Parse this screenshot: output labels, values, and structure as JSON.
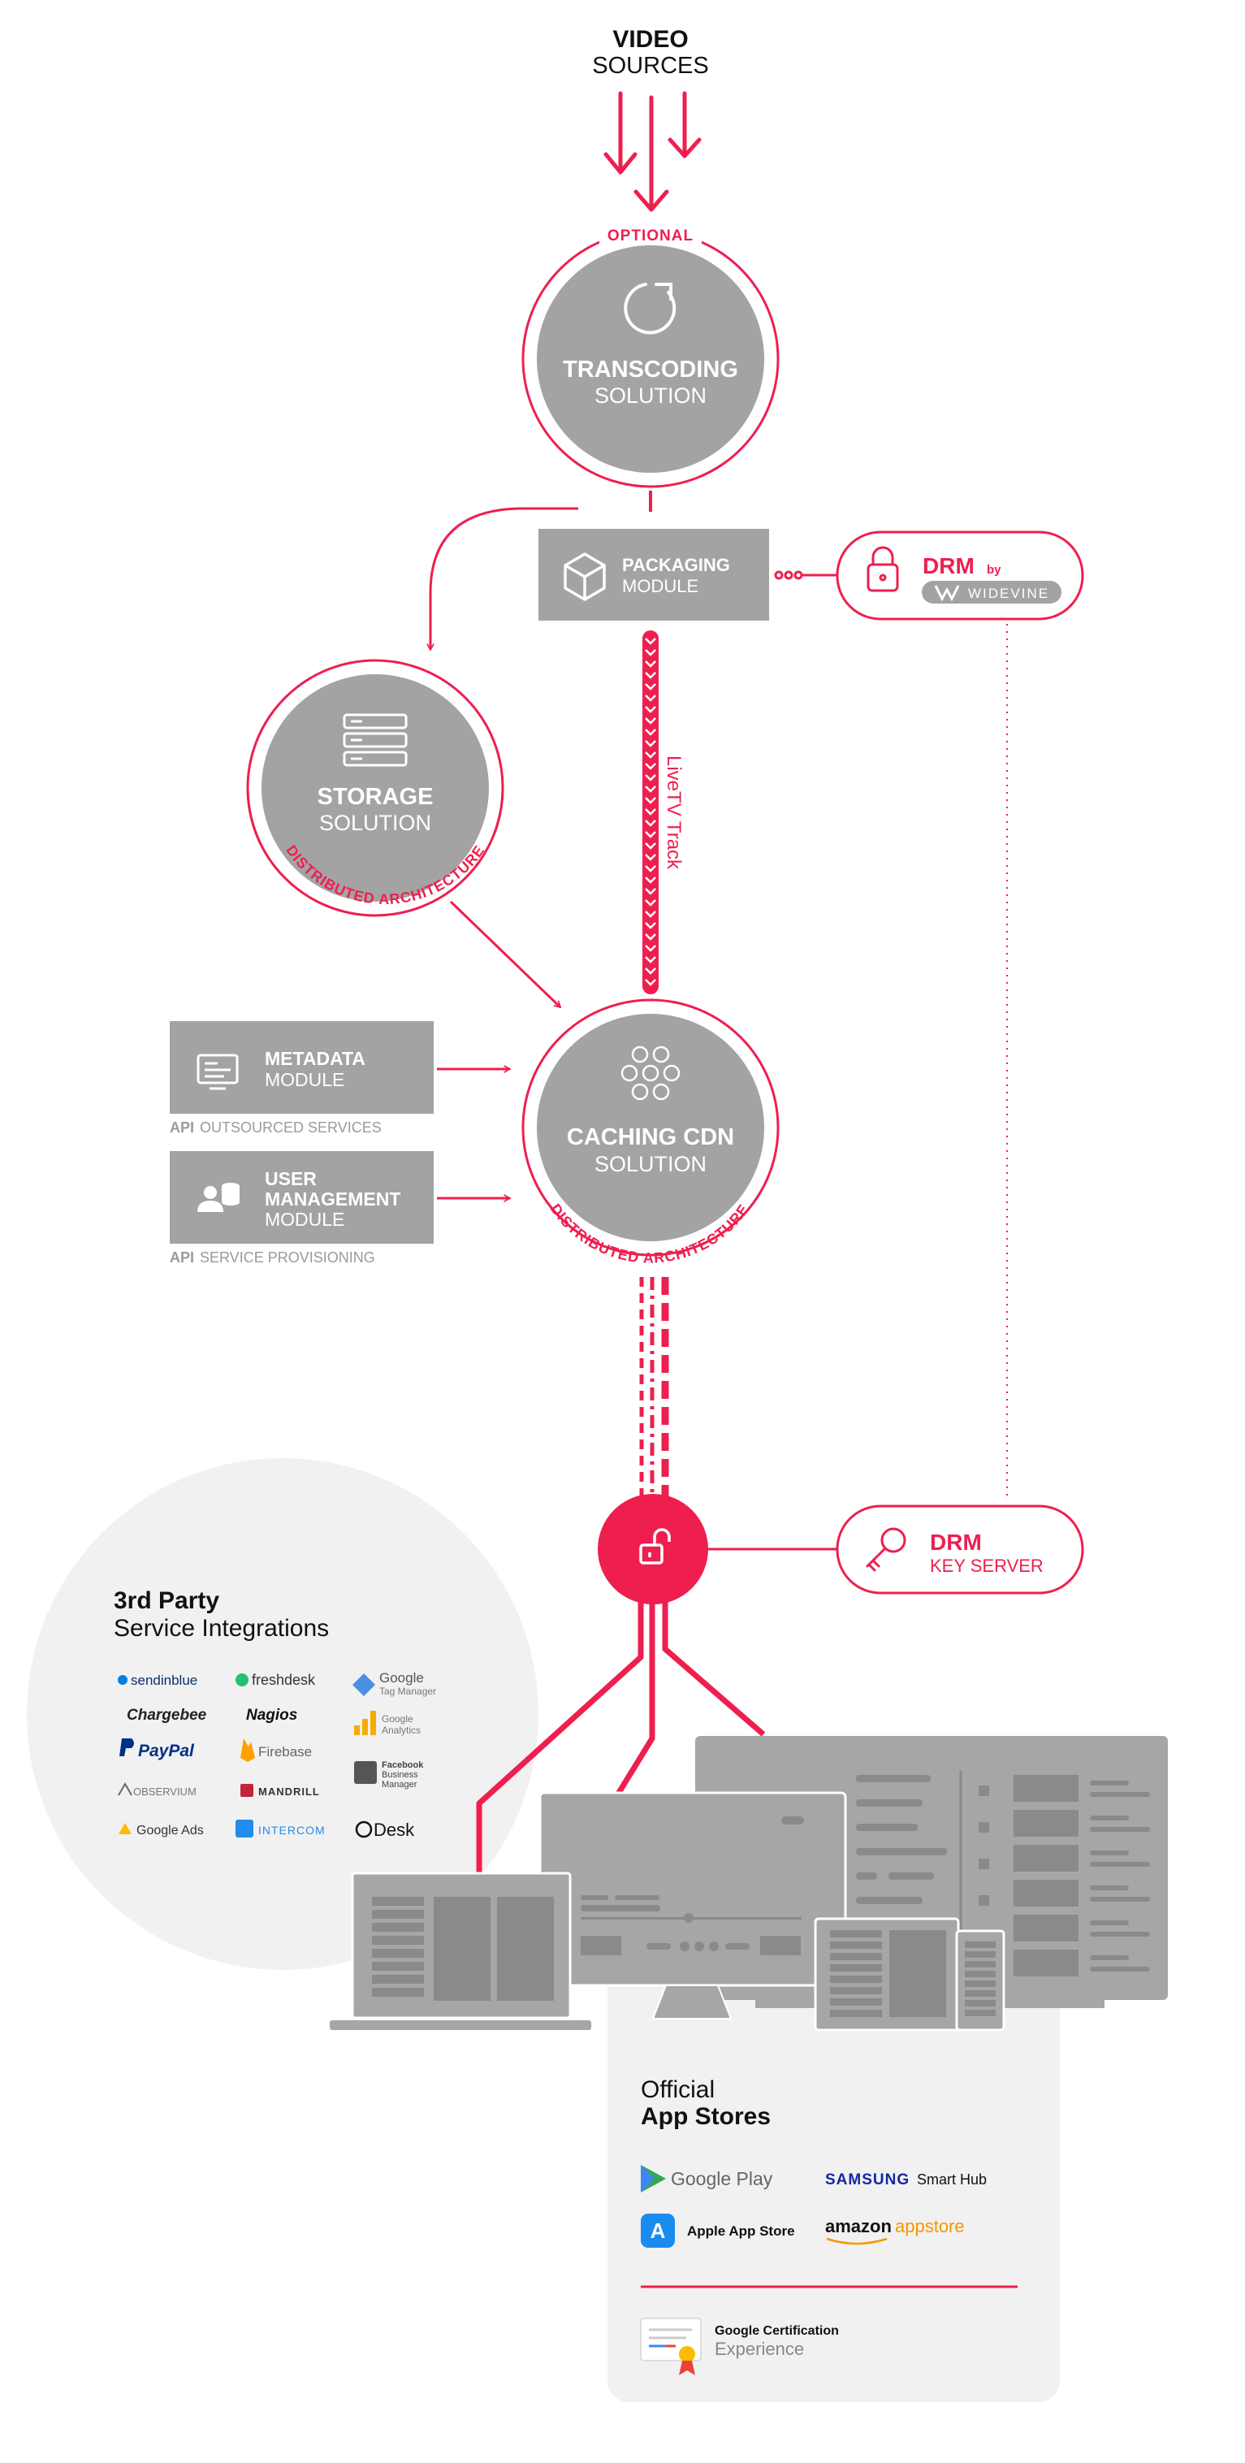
{
  "colors": {
    "accent": "#ee1f4f",
    "node_fill": "#a3a3a3",
    "panel": "#f1f1f1",
    "device": "#a6a6a6"
  },
  "sources": {
    "line1": "VIDEO",
    "line2": "SOURCES"
  },
  "transcoding": {
    "badge": "OPTIONAL",
    "title": "TRANSCODING",
    "subtitle": "SOLUTION",
    "icon": "refresh-icon"
  },
  "packaging": {
    "title": "PACKAGING",
    "subtitle": "MODULE",
    "icon": "cube-icon"
  },
  "drm_top": {
    "title": "DRM",
    "by": "by",
    "vendor": "WIDEVINE",
    "icon": "lock-icon"
  },
  "storage": {
    "title": "STORAGE",
    "subtitle": "SOLUTION",
    "arc_label": "DISTRIBUTED ARCHITECTURE",
    "icon": "server-stack-icon"
  },
  "livetv": {
    "label": "LiveTV Track"
  },
  "metadata": {
    "title": "METADATA",
    "subtitle": "MODULE",
    "api_label": "API",
    "api_text": "OUTSOURCED SERVICES",
    "icon": "monitor-icon"
  },
  "user_mgmt": {
    "line1": "USER",
    "line2": "MANAGEMENT",
    "line3": "MODULE",
    "api_label": "API",
    "api_text": "SERVICE PROVISIONING",
    "icon": "users-database-icon"
  },
  "cdn": {
    "title": "CACHING CDN",
    "subtitle": "SOLUTION",
    "arc_label": "DISTRIBUTED ARCHITECTURE",
    "icon": "hexagon-dots-icon"
  },
  "drm_key": {
    "title": "DRM",
    "subtitle": "KEY SERVER",
    "icon": "key-icon"
  },
  "third_party": {
    "title_bold": "3rd Party",
    "title_regular": "Service Integrations",
    "logos": [
      "sendinblue",
      "freshdesk",
      "Google",
      "Tag Manager",
      "Chargebee",
      "Nagios",
      "PayPal",
      "Firebase",
      "Google",
      "Analytics",
      "OBSERVIUM",
      "MANDRILL",
      "Facebook",
      "Business",
      "Manager",
      "Google Ads",
      "INTERCOM",
      "Desk"
    ]
  },
  "app_stores": {
    "title_regular": "Official",
    "title_bold": "App Stores",
    "google_play": "Google Play",
    "samsung": "SAMSUNG",
    "smart_hub": "Smart Hub",
    "apple": "Apple App Store",
    "amazon": "amazon",
    "appstore": "appstore",
    "cert_bold": "Google Certification",
    "cert_regular": "Experience"
  }
}
